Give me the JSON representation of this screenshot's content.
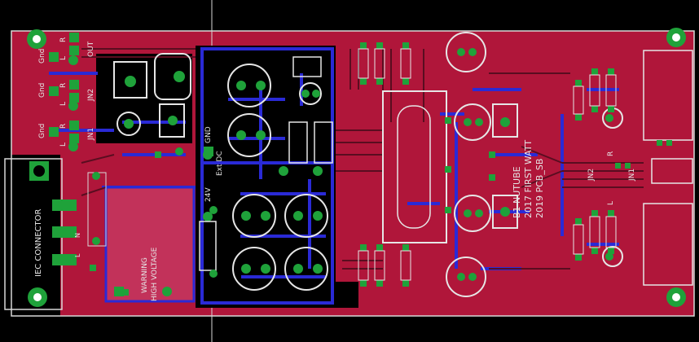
{
  "colors": {
    "background": "#000000",
    "copper_top": "#b0163a",
    "copper_bottom": "#2a2ad6",
    "pad": "#1fa23a",
    "silkscreen": "#e6e6e6",
    "outline": "#d8d8d8"
  },
  "labels": {
    "gnd_1": "Gnd",
    "gnd_2": "Gnd",
    "gnd_3": "Gnd",
    "gnd_4": "GND",
    "r_1": "R",
    "r_2": "R",
    "r_3": "R",
    "l_1": "L",
    "l_2": "L",
    "l_3": "L",
    "out": "OUT",
    "jn1_left": "JN1",
    "jn2_left": "JN2",
    "jn1_right": "JN1",
    "jn2_right": "JN2",
    "iec": "IEC CONNECTOR",
    "warning_1": "WARNING",
    "warning_2": "HIGH VOLTAGE",
    "ext_dc": "Ext DC",
    "v24": "24V",
    "n": "N",
    "l_power": "L",
    "title_1": "B1 NUTUBE",
    "title_2": "2017 FIRST WATT",
    "title_3": "2019 PCB_SB",
    "r_right": "R",
    "l_right": "L"
  }
}
